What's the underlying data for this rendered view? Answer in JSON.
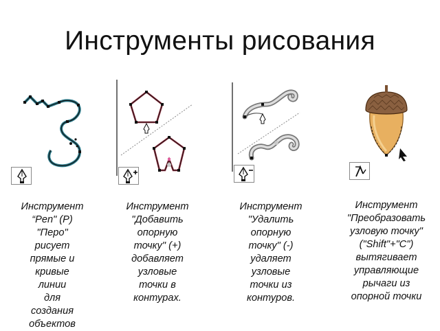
{
  "slide": {
    "title": "Инструменты рисования"
  },
  "tools": [
    {
      "icon": "pen-tool-icon",
      "caption_lines": [
        "Инструмент",
        "“Pen\" (P)",
        "\"Перо\"",
        "рисует",
        "прямые и",
        "кривые",
        "линии",
        "для",
        "создания",
        "объектов"
      ]
    },
    {
      "icon": "add-anchor-point-icon",
      "caption_lines": [
        "Инструмент",
        "\"Добавить",
        "опорную",
        "точку\" (+)",
        "добавляет",
        "узловые",
        "точки в",
        "контурах."
      ]
    },
    {
      "icon": "delete-anchor-point-icon",
      "caption_lines": [
        "Инструмент",
        "\"Удалить",
        "опорную",
        "точку\" (-)",
        "удаляет",
        "узловые",
        "точки из",
        "контуров."
      ]
    },
    {
      "icon": "convert-anchor-point-icon",
      "caption_lines": [
        "Инструмент",
        "\"Преобразовать",
        "узловую точку\"",
        "(\"Shift\"+\"C\")",
        "вытягивает",
        "управляющие",
        "рычаги из",
        "опорной точки"
      ]
    }
  ]
}
